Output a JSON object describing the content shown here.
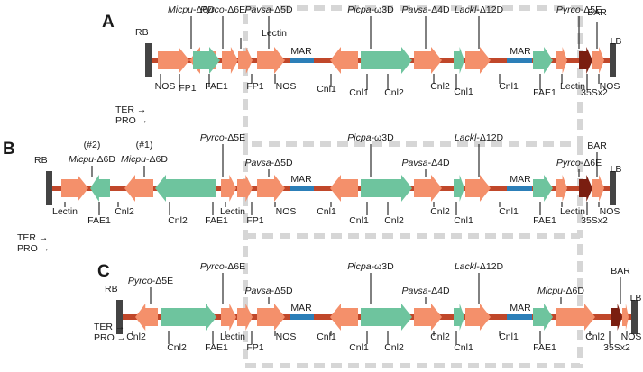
{
  "colors": {
    "salmon": "#f4906b",
    "green": "#6ec49e",
    "darkred": "#7a1e10",
    "bar_red": "#c0472a",
    "backbone": "#c0472a",
    "mar": "#2c7fb8",
    "border": "#444444",
    "dash": "#d6d6d6"
  },
  "legend": {
    "ter": "TER",
    "pro": "PRO",
    "arrow": "→"
  },
  "panels": [
    {
      "letter": "A",
      "rb": "RB",
      "lb": "LB",
      "gene_titles": [
        {
          "italic": "Micpu",
          "suffix": "-Δ6D"
        },
        {
          "italic": "Pyrco",
          "suffix": "-Δ6E"
        },
        {
          "italic": "Pavsa",
          "suffix": "-Δ5D"
        },
        {
          "italic": "Picpa",
          "suffix": "-ω3D"
        },
        {
          "italic": "Pavsa",
          "suffix": "-Δ4D"
        },
        {
          "italic": "Lackl",
          "suffix": "-Δ12D"
        },
        {
          "italic": "Pyrco",
          "suffix": "-Δ5E"
        },
        {
          "italic": "",
          "suffix": "BAR"
        }
      ],
      "above_labels": [
        "Lectin",
        "MAR",
        "MAR"
      ],
      "below_labels": [
        "NOS",
        "FP1",
        "FAE1",
        "FP1",
        "NOS",
        "Cnl1",
        "Cnl1",
        "Cnl2",
        "Cnl2",
        "Cnl1",
        "Cnl1",
        "FAE1",
        "Lectin",
        "35Sx2",
        "NOS"
      ]
    },
    {
      "letter": "B",
      "rb": "RB",
      "lb": "LB",
      "gene_titles": [
        {
          "italic": "Micpu",
          "suffix": "-Δ6D",
          "pre": "(#2)"
        },
        {
          "italic": "Micpu",
          "suffix": "-Δ6D",
          "pre": "(#1)"
        },
        {
          "italic": "Pyrco",
          "suffix": "-Δ5E"
        },
        {
          "italic": "Pavsa",
          "suffix": "-Δ5D"
        },
        {
          "italic": "Picpa",
          "suffix": "-ω3D"
        },
        {
          "italic": "Pavsa",
          "suffix": "-Δ4D"
        },
        {
          "italic": "Lackl",
          "suffix": "-Δ12D"
        },
        {
          "italic": "Pyrco",
          "suffix": "-Δ6E"
        },
        {
          "italic": "",
          "suffix": "BAR"
        }
      ],
      "above_labels": [
        "MAR",
        "MAR"
      ],
      "below_labels": [
        "Lectin",
        "FAE1",
        "Cnl2",
        "Cnl2",
        "FAE1",
        "Lectin",
        "FP1",
        "NOS",
        "Cnl1",
        "Cnl1",
        "Cnl2",
        "Cnl2",
        "Cnl1",
        "Cnl1",
        "FAE1",
        "Lectin",
        "35Sx2",
        "NOS"
      ]
    },
    {
      "letter": "C",
      "rb": "RB",
      "lb": "LB",
      "gene_titles": [
        {
          "italic": "Pyrco",
          "suffix": "-Δ5E"
        },
        {
          "italic": "Pyrco",
          "suffix": "-Δ6E"
        },
        {
          "italic": "Pavsa",
          "suffix": "-Δ5D"
        },
        {
          "italic": "Picpa",
          "suffix": "-ω3D"
        },
        {
          "italic": "Pavsa",
          "suffix": "-Δ4D"
        },
        {
          "italic": "Lackl",
          "suffix": "-Δ12D"
        },
        {
          "italic": "Micpu",
          "suffix": "-Δ6D"
        },
        {
          "italic": "",
          "suffix": "BAR"
        }
      ],
      "above_labels": [
        "MAR",
        "MAR"
      ],
      "below_labels": [
        "Cnl2",
        "Cnl2",
        "FAE1",
        "Lectin",
        "FP1",
        "NOS",
        "Cnl1",
        "Cnl1",
        "Cnl2",
        "Cnl2",
        "Cnl1",
        "Cnl1",
        "FAE1",
        "Cnl2",
        "35Sx2",
        "NOS"
      ]
    }
  ]
}
